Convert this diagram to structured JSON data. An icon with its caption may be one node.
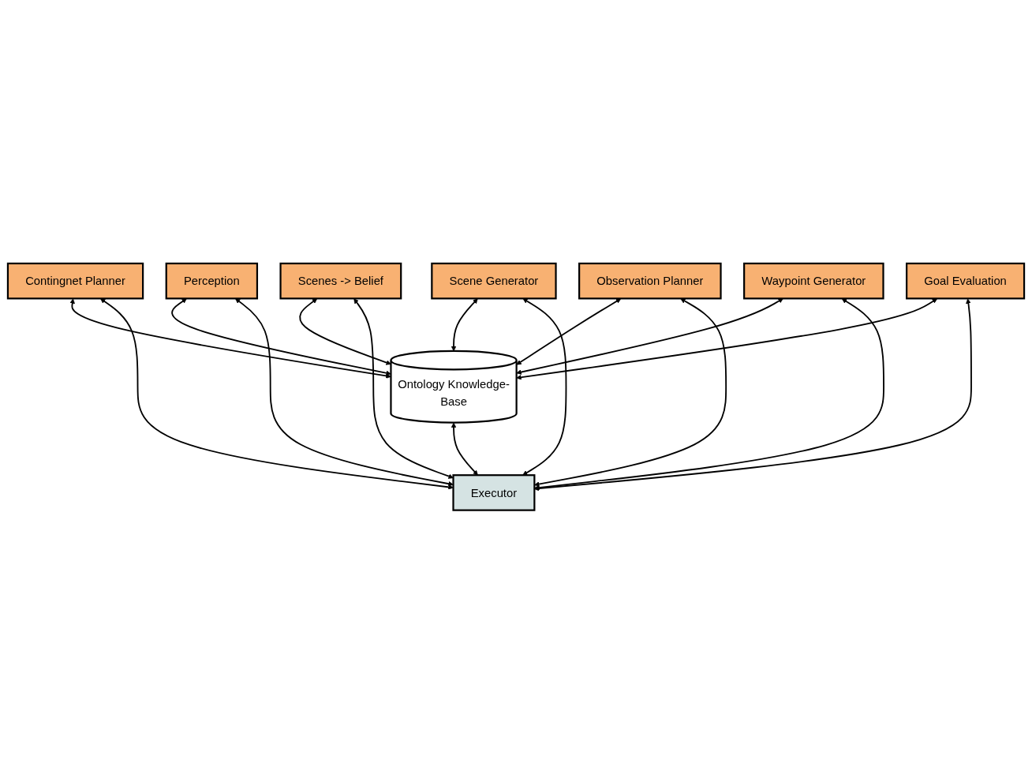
{
  "diagram": {
    "nodes": [
      {
        "text": [
          "Contingnet Planner"
        ]
      },
      {
        "text": [
          "Perception"
        ]
      },
      {
        "text": [
          "Scenes -> Belief"
        ]
      },
      {
        "text": [
          "Ontology Knowledge-Base"
        ]
      },
      {
        "text": [
          "Scene Generator"
        ]
      },
      {
        "text": [
          "Observation Planner"
        ]
      },
      {
        "text": [
          "Waypoint Generator"
        ]
      },
      {
        "text": [
          "Executor"
        ]
      },
      {
        "text": [
          "Goal Evaluation"
        ]
      }
    ],
    "edges": [
      {
        "from": 0,
        "to": 3,
        "arrow": "both"
      },
      {
        "from": 0,
        "to": 7,
        "arrow": "both"
      },
      {
        "from": 1,
        "to": 3,
        "arrow": "both"
      },
      {
        "from": 1,
        "to": 7,
        "arrow": "both"
      },
      {
        "from": 2,
        "to": 3,
        "arrow": "both"
      },
      {
        "from": 2,
        "to": 7,
        "arrow": "both"
      },
      {
        "from": 4,
        "to": 3,
        "arrow": "both"
      },
      {
        "from": 4,
        "to": 7,
        "arrow": "both"
      },
      {
        "from": 5,
        "to": 3,
        "arrow": "both"
      },
      {
        "from": 5,
        "to": 7,
        "arrow": "both"
      },
      {
        "from": 6,
        "to": 3,
        "arrow": "both"
      },
      {
        "from": 6,
        "to": 7,
        "arrow": "both"
      },
      {
        "from": 8,
        "to": 3,
        "arrow": "both"
      },
      {
        "from": 8,
        "to": 7,
        "arrow": "both"
      },
      {
        "from": 3,
        "to": 7,
        "arrow": "both"
      }
    ]
  }
}
